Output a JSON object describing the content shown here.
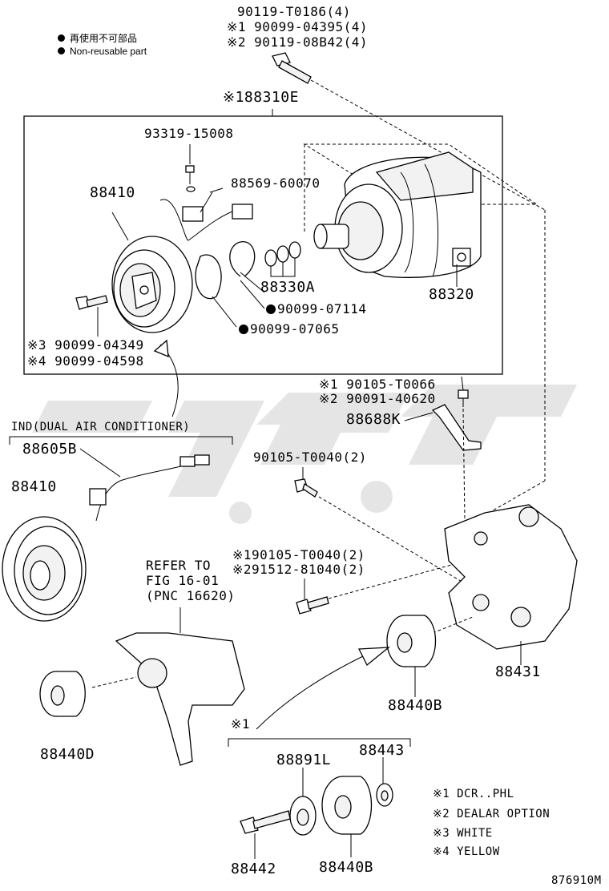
{
  "legend": {
    "non_reusable_zh": "再使用不可部品",
    "non_reusable_en": "Non-reusable part"
  },
  "labels": {
    "bolt_top_1": "90119-T0186(4)",
    "bolt_top_2": "※1 90099-04395(4)",
    "bolt_top_3": "※2 90119-08B42(4)",
    "assy_88310e": "※188310E",
    "p93319": "93319-15008",
    "p88569": "88569-60070",
    "p88410_a": "88410",
    "p88330a": "88330A",
    "p90099_07114": "90099-07114",
    "p90099_07065": "90099-07065",
    "p88320": "88320",
    "p3_90099_04349": "※3 90099-04349",
    "p4_90099_04598": "※4 90099-04598",
    "p1_90105_t0066": "※1 90105-T0066",
    "p2_90091_40620": "※2 90091-40620",
    "p88688k": "88688K",
    "ind_dual": "IND(DUAL AIR CONDITIONER)",
    "p88605b": "88605B",
    "p90105_t0040": "90105-T0040(2)",
    "p88410_b": "88410",
    "refer_1": "REFER TO",
    "refer_2": "FIG 16-01",
    "refer_3": "(PNC 16620)",
    "p1_90105_t0040": "※190105-T0040(2)",
    "p2_91512": "※291512-81040(2)",
    "p88431": "88431",
    "p88440b_a": "88440B",
    "p88440d": "88440D",
    "mark_1": "※1",
    "p88891l": "88891L",
    "p88443": "88443",
    "p88442": "88442",
    "p88440b_b": "88440B",
    "note_1": "※1  DCR..PHL",
    "note_2": "※2  DEALAR OPTION",
    "note_3": "※3  WHITE",
    "note_4": "※4  YELLOW",
    "fig_id": "876910M"
  }
}
